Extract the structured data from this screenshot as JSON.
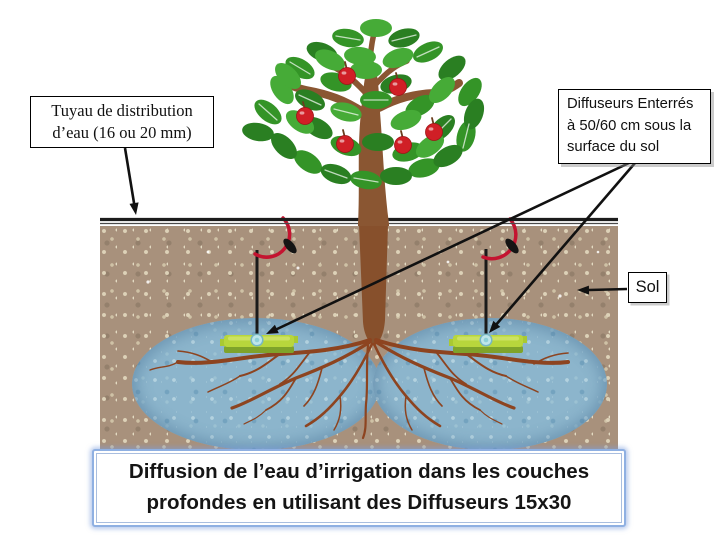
{
  "diagram": {
    "pipe_label": "Tuyau de distribution\nd’eau (16 ou 20 mm)",
    "diffuser_label": "Diffuseurs Enterrés\nà 50/60 cm sous la\nsurface du sol",
    "soil_label": "Sol",
    "caption": "Diffusion de l’eau d’irrigation dans les couches\nprofondes en utilisant des Diffuseurs 15x30",
    "colors": {
      "soil": "#a8917c",
      "water": "#8cb5cc",
      "diffuser_green": "#b8d63c",
      "connector_red": "#c41430",
      "roots_brown": "#8d4420",
      "foliage_green": "#349427",
      "apple_red": "#d01f26",
      "trunk_brown": "#8a5632",
      "caption_border_blue": "#8fb0e2"
    }
  }
}
